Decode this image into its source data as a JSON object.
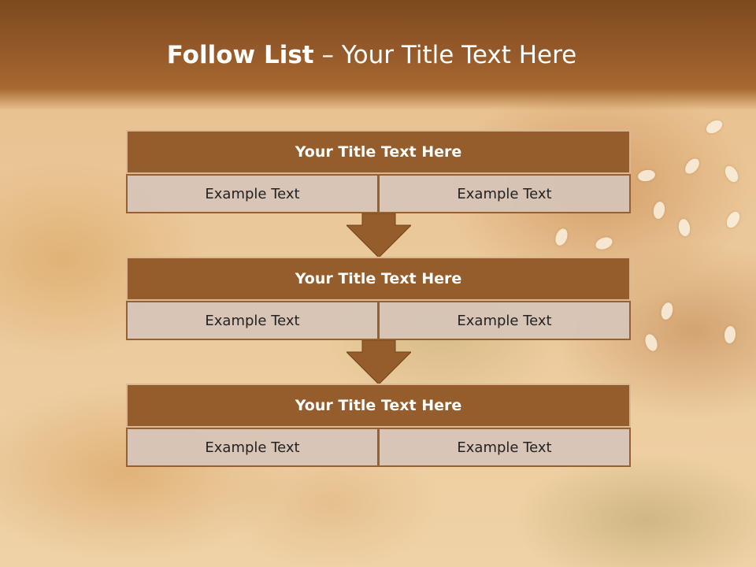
{
  "slide": {
    "title_bold": "Follow List",
    "title_rest": " – Your Title Text Here",
    "blocks": [
      {
        "title": "Your Title Text Here",
        "left": "Example Text",
        "right": "Example Text"
      },
      {
        "title": "Your Title Text Here",
        "left": "Example Text",
        "right": "Example Text"
      },
      {
        "title": "Your Title Text Here",
        "left": "Example Text",
        "right": "Example Text"
      }
    ]
  },
  "colors": {
    "header": "#8a5324",
    "block_title_fill": "#955d2b",
    "cell_fill": "#d6c4b8",
    "arrow_fill": "#955d2b"
  }
}
